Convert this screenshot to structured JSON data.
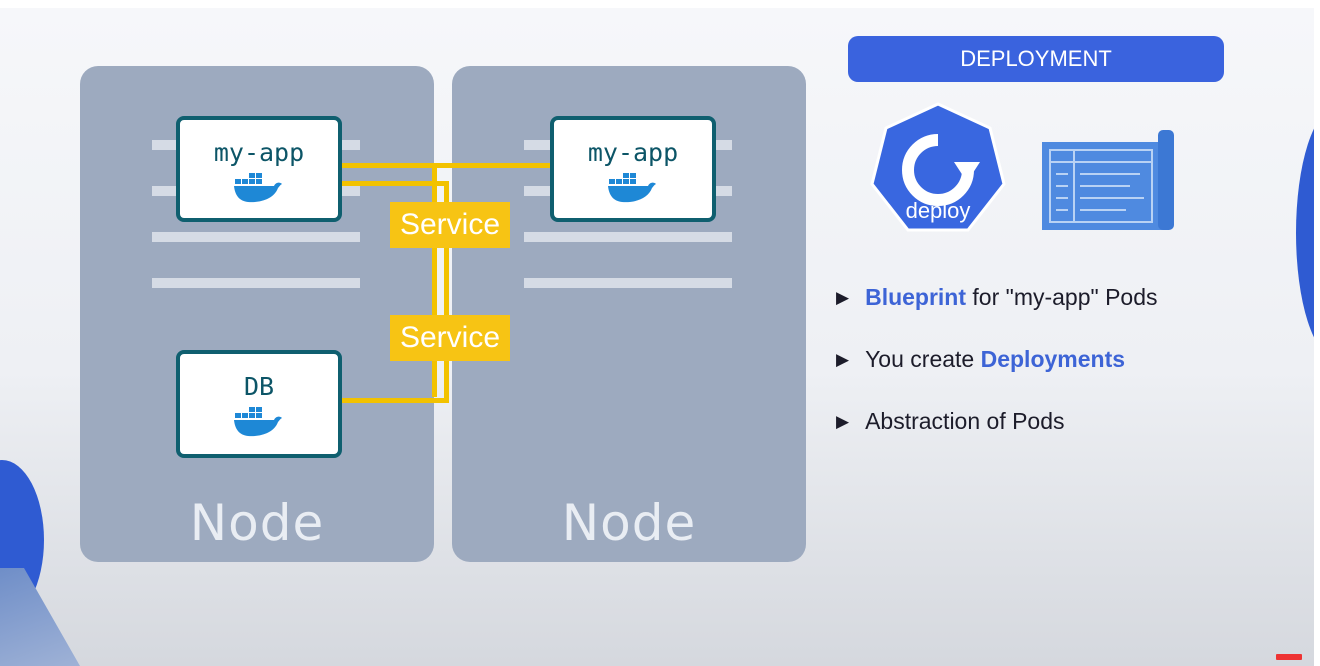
{
  "nodes": [
    {
      "label": "Node"
    },
    {
      "label": "Node"
    }
  ],
  "pods": [
    {
      "name": "my-app",
      "icon": "docker-whale-icon"
    },
    {
      "name": "my-app",
      "icon": "docker-whale-icon"
    },
    {
      "name": "DB",
      "icon": "docker-whale-icon"
    }
  ],
  "services": [
    {
      "label": "Service"
    },
    {
      "label": "Service"
    }
  ],
  "panel": {
    "title": "DEPLOYMENT",
    "deploy_icon_label": "deploy",
    "bullets": [
      {
        "pre": "",
        "highlight": "Blueprint",
        "post": " for \"my-app\" Pods"
      },
      {
        "pre": "You create ",
        "highlight": "Deployments",
        "post": ""
      },
      {
        "pre": "Abstraction of Pods",
        "highlight": "",
        "post": ""
      }
    ]
  },
  "colors": {
    "accent_blue": "#3a63de",
    "service_yellow": "#f7c414",
    "pod_border": "#0f5f6f",
    "node_gray": "#9daabf"
  }
}
